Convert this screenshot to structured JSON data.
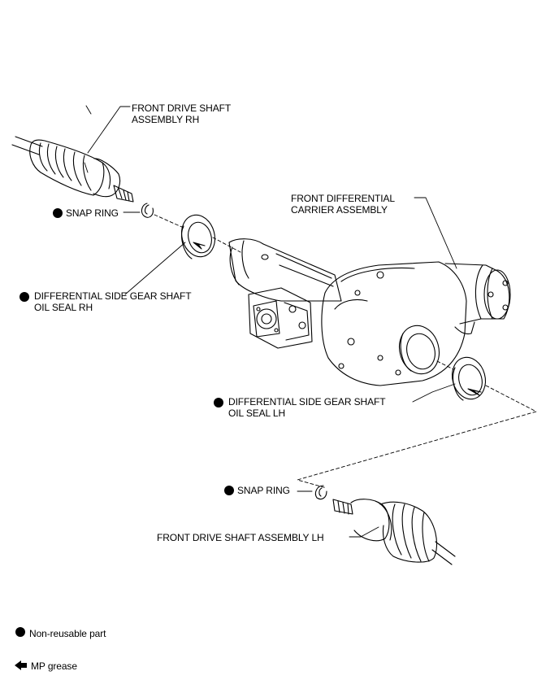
{
  "labels": {
    "drive_shaft_rh": [
      "FRONT DRIVE SHAFT",
      "ASSEMBLY RH"
    ],
    "snap_ring_top": "SNAP RING",
    "carrier": [
      "FRONT DIFFERENTIAL",
      "CARRIER ASSEMBLY"
    ],
    "seal_rh": [
      "DIFFERENTIAL SIDE GEAR SHAFT",
      "OIL SEAL RH"
    ],
    "seal_lh": [
      "DIFFERENTIAL SIDE GEAR SHAFT",
      "OIL SEAL LH"
    ],
    "snap_ring_bottom": "SNAP RING",
    "drive_shaft_lh": "FRONT DRIVE SHAFT ASSEMBLY LH"
  },
  "legend": {
    "non_reusable": "Non-reusable part",
    "mp_grease": "MP grease"
  },
  "icons": {
    "non_reusable": "filled-circle-icon",
    "mp_grease": "left-arrow-icon"
  }
}
